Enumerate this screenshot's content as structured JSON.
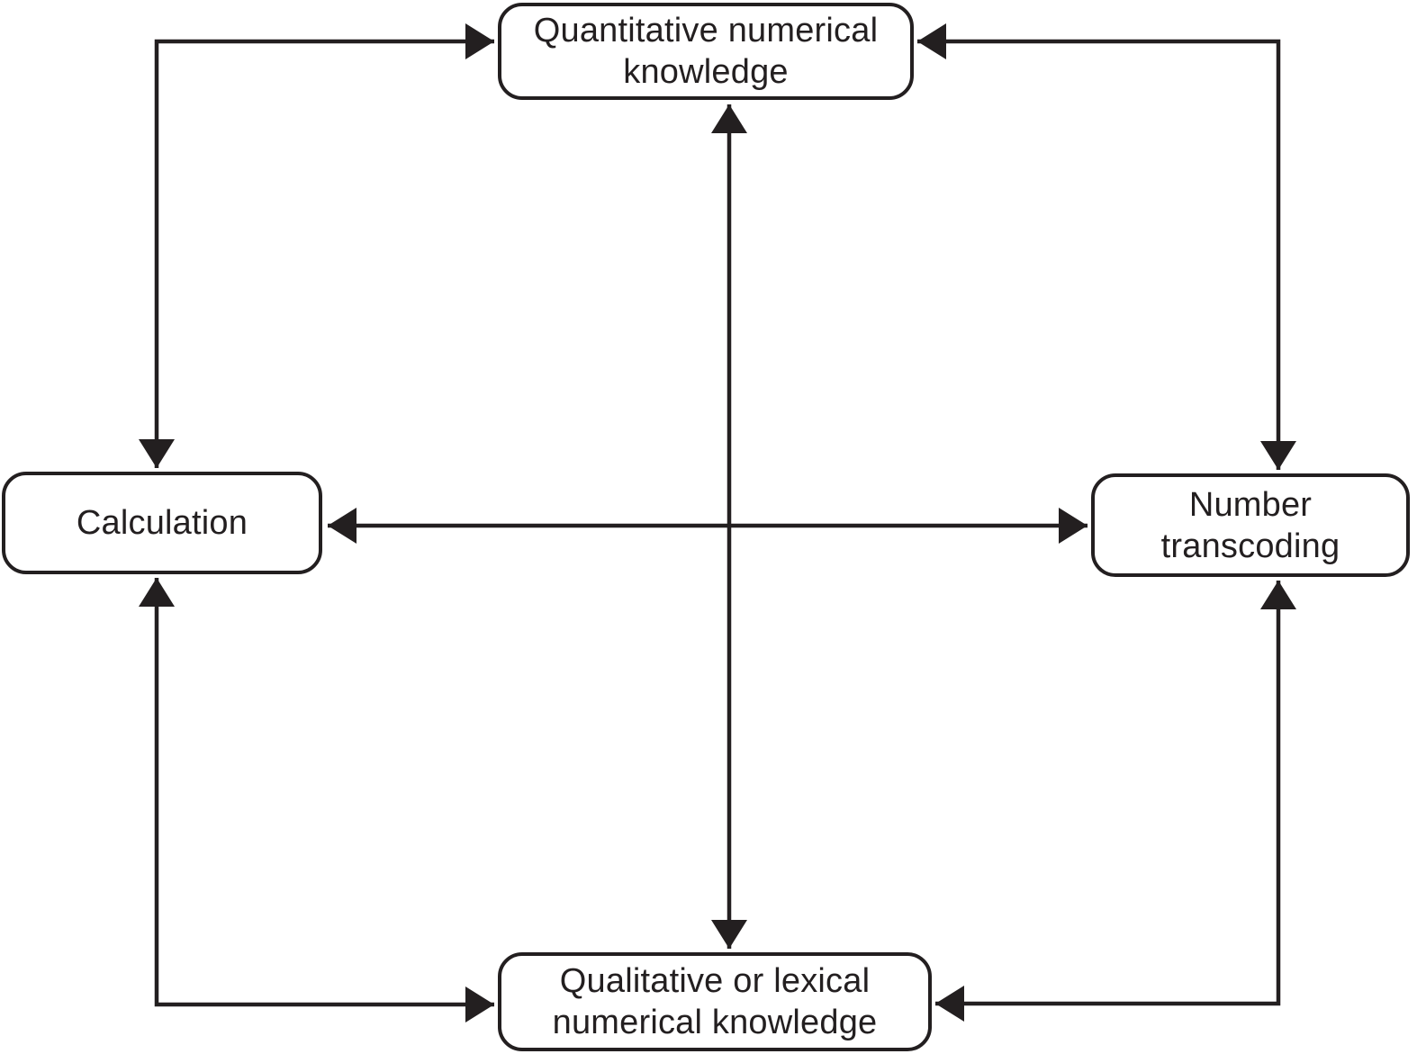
{
  "diagram": {
    "colors": {
      "line": "#231f20",
      "box_border": "#231f20",
      "box_fill": "#ffffff",
      "background": "#ffffff"
    },
    "boxes": {
      "top": {
        "id": "quantitative-numerical-knowledge",
        "lines": [
          "Quantitative numerical",
          "knowledge"
        ]
      },
      "left": {
        "id": "calculation",
        "lines": [
          "Calculation"
        ]
      },
      "right": {
        "id": "number-transcoding",
        "lines": [
          "Number",
          "transcoding"
        ]
      },
      "bottom": {
        "id": "qualitative-lexical-numerical-knowledge",
        "lines": [
          "Qualitative or lexical",
          "numerical knowledge"
        ]
      }
    },
    "connections": [
      {
        "from": "calculation",
        "to": "quantitative-numerical-knowledge",
        "bidirectional": true,
        "style": "elbow-top-left"
      },
      {
        "from": "number-transcoding",
        "to": "quantitative-numerical-knowledge",
        "bidirectional": true,
        "style": "elbow-top-right"
      },
      {
        "from": "calculation",
        "to": "qualitative-lexical-numerical-knowledge",
        "bidirectional": true,
        "style": "elbow-bottom-left"
      },
      {
        "from": "number-transcoding",
        "to": "qualitative-lexical-numerical-knowledge",
        "bidirectional": true,
        "style": "elbow-bottom-right"
      },
      {
        "from": "quantitative-numerical-knowledge",
        "to": "qualitative-lexical-numerical-knowledge",
        "bidirectional": true,
        "style": "straight-vertical-center"
      },
      {
        "from": "calculation",
        "to": "number-transcoding",
        "bidirectional": true,
        "style": "straight-horizontal-center"
      }
    ]
  }
}
